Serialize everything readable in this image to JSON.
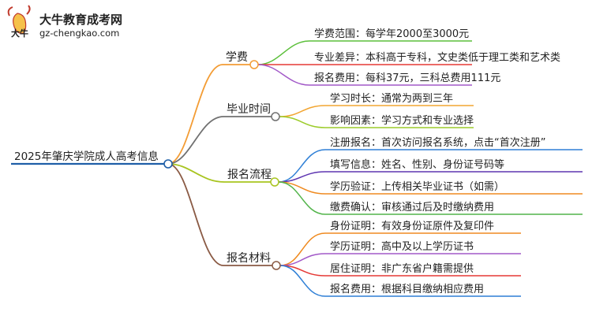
{
  "logo": {
    "name": "大牛教育成考网",
    "url": "gz-chengkao.com",
    "mark_text": "大牛"
  },
  "root": {
    "label": "2025年肇庆学院成人高考信息",
    "color": "#1f5fa8"
  },
  "branches": [
    {
      "label": "学费",
      "color": "#f39c34",
      "leaves": [
        {
          "label": "学费范围：每学年2000至3000元",
          "color": "#5bbf3a"
        },
        {
          "label": "专业差异：本科高于专科，文史类低于理工类和艺术类",
          "color": "#e53935"
        },
        {
          "label": "报名费用：每科37元，三科总费用111元",
          "color": "#a259c8"
        }
      ]
    },
    {
      "label": "毕业时间",
      "color": "#707070",
      "leaves": [
        {
          "label": "学习时长：通常为两到三年",
          "color": "#f2a531"
        },
        {
          "label": "影响因素：学习方式和专业选择",
          "color": "#9ccc2a"
        }
      ]
    },
    {
      "label": "报名流程",
      "color": "#a8c41f",
      "leaves": [
        {
          "label": "注册报名：首次访问报名系统，点击“首次注册”",
          "color": "#2e7fd6"
        },
        {
          "label": "填写信息：姓名、性别、身份证号码等",
          "color": "#5e35b1"
        },
        {
          "label": "学历验证：上传相关毕业证书（如需）",
          "color": "#ef8a20"
        },
        {
          "label": "缴费确认：审核通过后及时缴纳费用",
          "color": "#52b44a"
        }
      ]
    },
    {
      "label": "报名材料",
      "color": "#8a5a44",
      "leaves": [
        {
          "label": "身份证明：有效身份证原件及复印件",
          "color": "#ef8a20"
        },
        {
          "label": "学历证明：高中及以上学历证书",
          "color": "#a259c8"
        },
        {
          "label": "居住证明：非广东省户籍需提供",
          "color": "#e53935"
        },
        {
          "label": "报名费用：根据科目缴纳相应费用",
          "color": "#2e7fd6"
        }
      ]
    }
  ]
}
